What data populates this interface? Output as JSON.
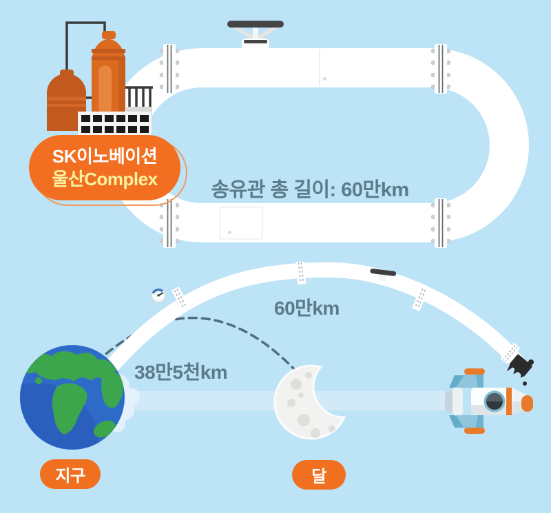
{
  "title": "SK Innovation Ulsan Complex pipeline infographic",
  "colors": {
    "background": "#BDE3F7",
    "accent_orange": "#F26F21",
    "label_text": "#5C7B8A",
    "badge_title_text": "#FFFFFF",
    "badge_subtitle_text": "#F9F3A0",
    "pipe_white": "#FFFFFF"
  },
  "factory_badge": {
    "line1": "SK이노베이션",
    "line2": "울산Complex"
  },
  "pipeline": {
    "caption": "송유관 총 길이: 60만km"
  },
  "space_comparison": {
    "pipeline_arc_label": "60만km",
    "earth_moon_label": "38만5천km",
    "earth_badge": "지구",
    "moon_badge": "달"
  }
}
